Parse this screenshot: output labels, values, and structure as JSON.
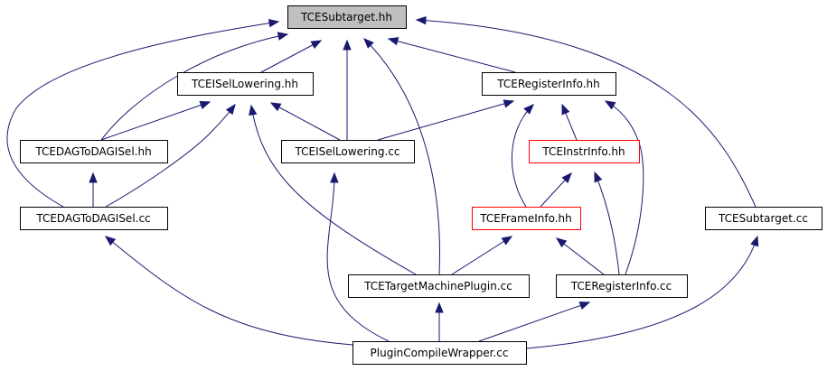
{
  "colors": {
    "edge": "#191970",
    "border_default": "#000000",
    "border_highlight": "#ff0000",
    "fill_selected": "#bfbfbf",
    "fill_default": "#ffffff"
  },
  "nodes": [
    {
      "id": "tce_subtarget_hh",
      "label": "TCESubtarget.hh",
      "style": "selected"
    },
    {
      "id": "tce_isel_lowering_hh",
      "label": "TCEISelLowering.hh",
      "style": "default"
    },
    {
      "id": "tce_register_info_hh",
      "label": "TCERegisterInfo.hh",
      "style": "default"
    },
    {
      "id": "tce_dag_to_dag_isel_hh",
      "label": "TCEDAGToDAGISel.hh",
      "style": "default"
    },
    {
      "id": "tce_isel_lowering_cc",
      "label": "TCEISelLowering.cc",
      "style": "default"
    },
    {
      "id": "tce_instr_info_hh",
      "label": "TCEInstrInfo.hh",
      "style": "highlight"
    },
    {
      "id": "tce_dag_to_dag_isel_cc",
      "label": "TCEDAGToDAGISel.cc",
      "style": "default"
    },
    {
      "id": "tce_frame_info_hh",
      "label": "TCEFrameInfo.hh",
      "style": "highlight"
    },
    {
      "id": "tce_subtarget_cc",
      "label": "TCESubtarget.cc",
      "style": "default"
    },
    {
      "id": "tce_target_machine_plugin_cc",
      "label": "TCETargetMachinePlugin.cc",
      "style": "default"
    },
    {
      "id": "tce_register_info_cc",
      "label": "TCERegisterInfo.cc",
      "style": "default"
    },
    {
      "id": "plugin_compile_wrapper_cc",
      "label": "PluginCompileWrapper.cc",
      "style": "default"
    }
  ],
  "edges": [
    {
      "from": "tce_isel_lowering_hh",
      "to": "tce_subtarget_hh"
    },
    {
      "from": "tce_register_info_hh",
      "to": "tce_subtarget_hh"
    },
    {
      "from": "tce_dag_to_dag_isel_hh",
      "to": "tce_subtarget_hh"
    },
    {
      "from": "tce_isel_lowering_cc",
      "to": "tce_subtarget_hh"
    },
    {
      "from": "tce_dag_to_dag_isel_cc",
      "to": "tce_subtarget_hh"
    },
    {
      "from": "tce_subtarget_cc",
      "to": "tce_subtarget_hh"
    },
    {
      "from": "tce_target_machine_plugin_cc",
      "to": "tce_subtarget_hh"
    },
    {
      "from": "tce_dag_to_dag_isel_hh",
      "to": "tce_isel_lowering_hh"
    },
    {
      "from": "tce_isel_lowering_cc",
      "to": "tce_isel_lowering_hh"
    },
    {
      "from": "tce_dag_to_dag_isel_cc",
      "to": "tce_isel_lowering_hh"
    },
    {
      "from": "tce_target_machine_plugin_cc",
      "to": "tce_isel_lowering_hh"
    },
    {
      "from": "tce_isel_lowering_cc",
      "to": "tce_register_info_hh"
    },
    {
      "from": "tce_instr_info_hh",
      "to": "tce_register_info_hh"
    },
    {
      "from": "tce_frame_info_hh",
      "to": "tce_register_info_hh"
    },
    {
      "from": "tce_register_info_cc",
      "to": "tce_register_info_hh"
    },
    {
      "from": "tce_dag_to_dag_isel_cc",
      "to": "tce_dag_to_dag_isel_hh"
    },
    {
      "from": "tce_frame_info_hh",
      "to": "tce_instr_info_hh"
    },
    {
      "from": "tce_register_info_cc",
      "to": "tce_instr_info_hh"
    },
    {
      "from": "tce_target_machine_plugin_cc",
      "to": "tce_frame_info_hh"
    },
    {
      "from": "tce_register_info_cc",
      "to": "tce_frame_info_hh"
    },
    {
      "from": "plugin_compile_wrapper_cc",
      "to": "tce_isel_lowering_cc"
    },
    {
      "from": "plugin_compile_wrapper_cc",
      "to": "tce_dag_to_dag_isel_cc"
    },
    {
      "from": "plugin_compile_wrapper_cc",
      "to": "tce_subtarget_cc"
    },
    {
      "from": "plugin_compile_wrapper_cc",
      "to": "tce_target_machine_plugin_cc"
    },
    {
      "from": "plugin_compile_wrapper_cc",
      "to": "tce_register_info_cc"
    }
  ]
}
